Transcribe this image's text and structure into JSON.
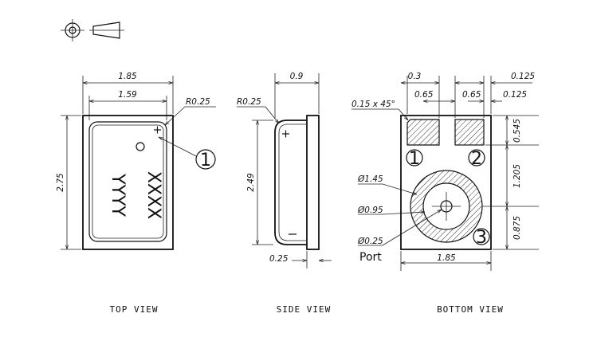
{
  "views": {
    "top": "TOP VIEW",
    "side": "SIDE VIEW",
    "bottom": "BOTTOM VIEW"
  },
  "top": {
    "width": "1.85",
    "inner_width": "1.59",
    "radius": "R0.25",
    "height": "2.75",
    "marking_col1": "XXXX",
    "marking_col2": "YYYY",
    "pin_callout": "1"
  },
  "side": {
    "thickness": "0.9",
    "radius": "R0.25",
    "height": "2.49",
    "base": "0.25"
  },
  "bottom": {
    "pad_width": "0.3",
    "pad_span_left": "0.65",
    "pad_span_right": "0.65",
    "edge_top": "0.125",
    "edge_right": "0.125",
    "chamfer": "0.15 x 45°",
    "dia_outer": "Ø1.45",
    "dia_mid": "Ø0.95",
    "dia_port": "Ø0.25",
    "port_label": "Port",
    "width": "1.85",
    "h1": "0.545",
    "h2": "1.205",
    "h3": "0.875",
    "pad1": "1",
    "pad2": "2",
    "pad3": "3"
  }
}
